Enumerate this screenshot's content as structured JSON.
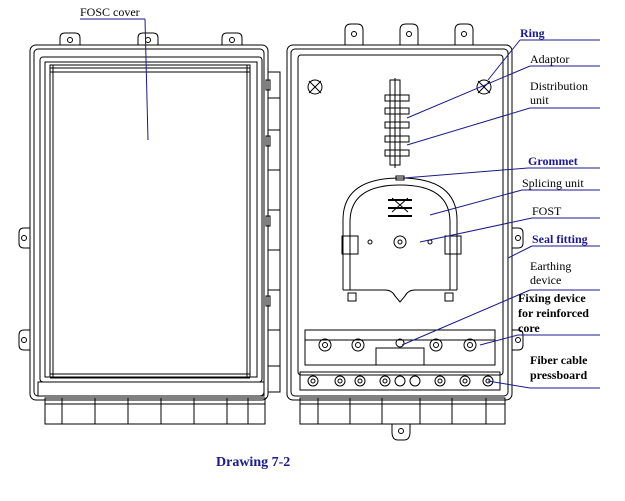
{
  "caption": "Drawing 7-2",
  "labels": {
    "cover": "FOSC cover",
    "ring": "Ring",
    "adaptor": "Adaptor",
    "distribution_1": "Distribution",
    "distribution_2": "unit",
    "grommet": "Grommet",
    "splicing": "Splicing unit",
    "fost": "FOST",
    "seal": "Seal fitting",
    "earthing_1": "Earthing",
    "earthing_2": "device",
    "fixing_1": "Fixing device",
    "fixing_2": "for reinforced",
    "fixing_3": "core",
    "fiber_1": "Fiber cable",
    "fiber_2": "pressboard"
  }
}
